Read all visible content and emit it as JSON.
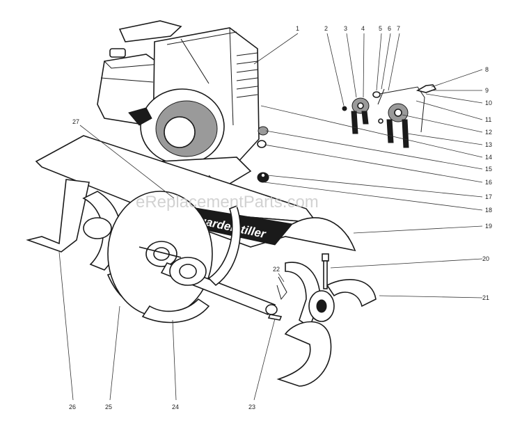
{
  "watermark": "eReplacementParts.com",
  "decal_text": "garden tiller",
  "callouts": [
    "1",
    "2",
    "3",
    "4",
    "5",
    "6",
    "7",
    "8",
    "9",
    "10",
    "11",
    "12",
    "13",
    "14",
    "15",
    "16",
    "17",
    "18",
    "19",
    "20",
    "21",
    "22",
    "23",
    "24",
    "25",
    "26",
    "27"
  ]
}
